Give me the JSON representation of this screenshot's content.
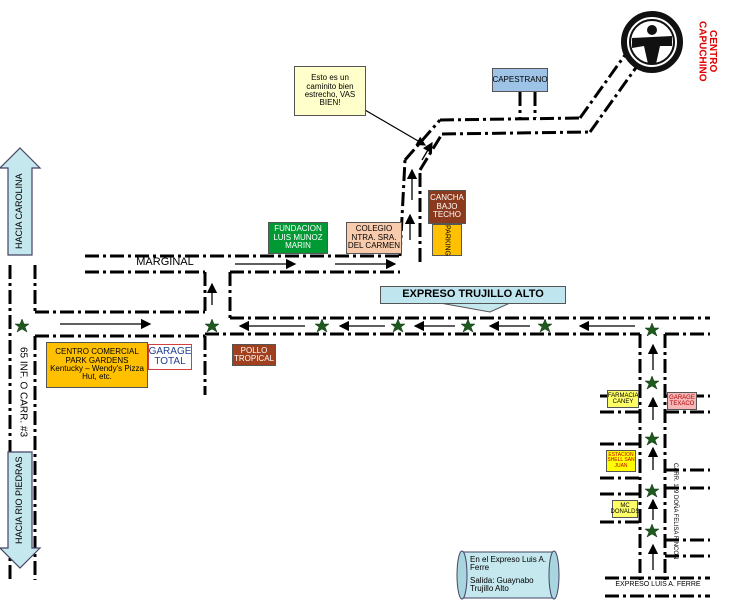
{
  "places": {
    "centro_capuchino": "CENTRO CAPUCHINO",
    "capestrano": "CAPESTRANO",
    "callout": "Esto es un caminito bien estrecho, VAS BIEN!",
    "cancha": "CANCHA BAJO TECHO",
    "parking": "PARKING",
    "colegio": "COLEGIO NTRA. SRA. DEL CARMEN",
    "fundacion": "FUNDACION LUIS MUNOZ MARIN",
    "marginal": "MARGINAL",
    "expreso_trujillo": "EXPRESO TRUJILLO ALTO",
    "hacia_carolina": "HACIA CAROLINA",
    "hacia_rio_piedras": "HACIA RIO PIEDRAS",
    "carr_65": "65 INF. O CARR. #3",
    "centro_comercial": "CENTRO COMERCIAL PARK GARDENS Kentucky – Wendy's Pizza Hut, etc.",
    "garage_total": "GARAGE TOTAL",
    "pollo_tropical": "POLLO TROPICAL",
    "farmacia": "FARMACIA CANEY",
    "garage_texaco": "GARAGE TEXACO",
    "shell": "ESTACION SHELL SAN JUAN",
    "mcdonalds": "MC DONALDS",
    "carr_199": "CARR. 199 DOÑA FELISA RINCON",
    "expreso_ferre": "EXPRESO LUIS A. FERRE",
    "scroll_line1": "En el Expreso Luis A. Ferre",
    "scroll_line2": "Salida: Guaynabo Trujillo Alto"
  },
  "colors": {
    "capestrano": "#9dc3e6",
    "callout": "#ffffcc",
    "cancha": "#8b3a1e",
    "parking": "#ffc000",
    "colegio": "#f8cbad",
    "fundacion": "#009933",
    "expreso_banner": "#bfe6ef",
    "arrow_fill": "#c5e7ee",
    "centro_comercial": "#ffc000",
    "pollo": "#a0401e",
    "farmacia": "#ffff66",
    "texaco": "#f4b6b6",
    "shell": "#ffff00",
    "mcdonalds": "#ffff66",
    "scroll": "#c5e7ee",
    "centro_text": "#e00000",
    "star": "#1e5a1e"
  }
}
